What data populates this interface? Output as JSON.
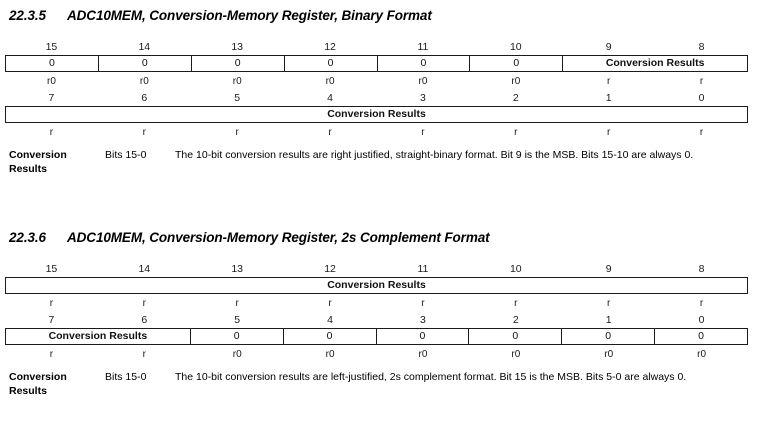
{
  "sections": [
    {
      "number": "22.3.5",
      "title": "ADC10MEM, Conversion-Memory Register, Binary Format",
      "register": {
        "high": {
          "bit_numbers": [
            "15",
            "14",
            "13",
            "12",
            "11",
            "10",
            "9",
            "8"
          ],
          "cells": [
            {
              "label": "0",
              "span": 1,
              "bold": false
            },
            {
              "label": "0",
              "span": 1,
              "bold": false
            },
            {
              "label": "0",
              "span": 1,
              "bold": false
            },
            {
              "label": "0",
              "span": 1,
              "bold": false
            },
            {
              "label": "0",
              "span": 1,
              "bold": false
            },
            {
              "label": "0",
              "span": 1,
              "bold": false
            },
            {
              "label": "Conversion Results",
              "span": 2,
              "bold": true
            }
          ],
          "access": [
            "r0",
            "r0",
            "r0",
            "r0",
            "r0",
            "r0",
            "r",
            "r"
          ]
        },
        "low": {
          "bit_numbers": [
            "7",
            "6",
            "5",
            "4",
            "3",
            "2",
            "1",
            "0"
          ],
          "cells": [
            {
              "label": "Conversion Results",
              "span": 8,
              "bold": true
            }
          ],
          "access": [
            "r",
            "r",
            "r",
            "r",
            "r",
            "r",
            "r",
            "r"
          ]
        }
      },
      "field": {
        "name": "Conversion Results",
        "bits": "Bits 15-0",
        "description": "The 10-bit conversion results are right justified, straight-binary format. Bit 9 is the MSB. Bits 15-10 are always 0."
      }
    },
    {
      "number": "22.3.6",
      "title": "ADC10MEM, Conversion-Memory Register, 2s Complement Format",
      "register": {
        "high": {
          "bit_numbers": [
            "15",
            "14",
            "13",
            "12",
            "11",
            "10",
            "9",
            "8"
          ],
          "cells": [
            {
              "label": "Conversion Results",
              "span": 8,
              "bold": true
            }
          ],
          "access": [
            "r",
            "r",
            "r",
            "r",
            "r",
            "r",
            "r",
            "r"
          ]
        },
        "low": {
          "bit_numbers": [
            "7",
            "6",
            "5",
            "4",
            "3",
            "2",
            "1",
            "0"
          ],
          "cells": [
            {
              "label": "Conversion Results",
              "span": 2,
              "bold": true
            },
            {
              "label": "0",
              "span": 1,
              "bold": false
            },
            {
              "label": "0",
              "span": 1,
              "bold": false
            },
            {
              "label": "0",
              "span": 1,
              "bold": false
            },
            {
              "label": "0",
              "span": 1,
              "bold": false
            },
            {
              "label": "0",
              "span": 1,
              "bold": false
            },
            {
              "label": "0",
              "span": 1,
              "bold": false
            }
          ],
          "access": [
            "r",
            "r",
            "r0",
            "r0",
            "r0",
            "r0",
            "r0",
            "r0"
          ]
        }
      },
      "field": {
        "name": "Conversion Results",
        "bits": "Bits 15-0",
        "description": "The 10-bit conversion results are left-justified, 2s complement format. Bit 15 is the MSB. Bits 5-0 are always 0."
      }
    }
  ],
  "colors": {
    "text": "#000000",
    "border": "#1b1b1b",
    "background": "#ffffff"
  }
}
